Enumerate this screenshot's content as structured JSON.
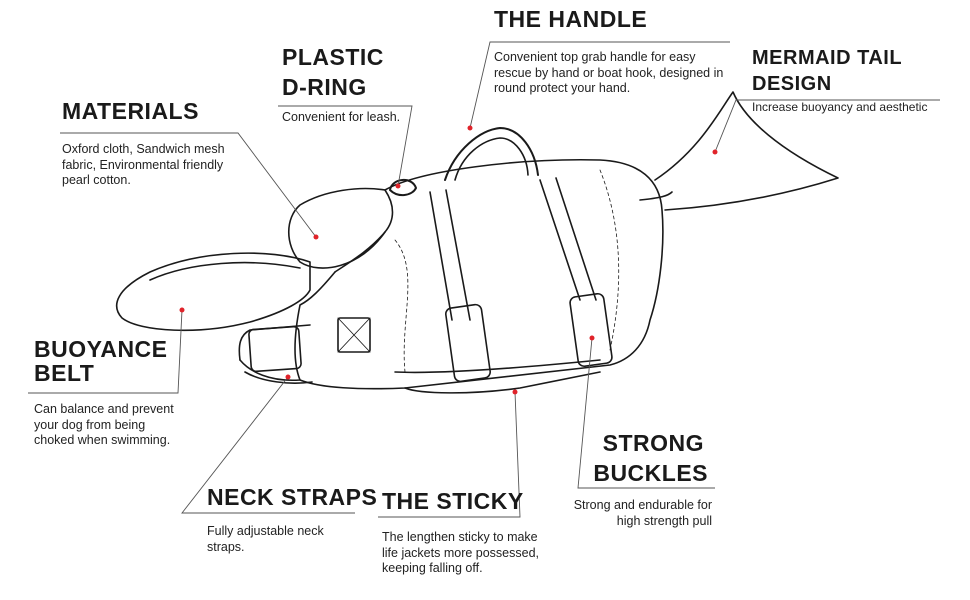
{
  "callouts": {
    "handle": {
      "title": "THE HANDLE",
      "desc": "Convenient top grab handle for easy rescue by hand or boat hook, designed  in round protect your hand."
    },
    "dring": {
      "title_line1": "PLASTIC",
      "title_line2": "D-RING",
      "desc": "Convenient for leash."
    },
    "tail": {
      "title_line1": "MERMAID TAIL",
      "title_line2": "DESIGN",
      "desc": "Increase buoyancy and aesthetic"
    },
    "materials": {
      "title": "MATERIALS",
      "desc": "Oxford cloth, Sandwich mesh fabric, Environmental friendly pearl cotton."
    },
    "buoyance": {
      "title_line1": "BUOYANCE",
      "title_line2": "BELT",
      "desc": "Can balance and prevent your dog from being choked when swimming."
    },
    "neck": {
      "title": "NECK STRAPS",
      "desc": "Fully adjustable neck straps."
    },
    "sticky": {
      "title": "THE STICKY",
      "desc": "The lengthen sticky to make life jackets more possessed, keeping falling off."
    },
    "buckles": {
      "title_line1": "STRONG",
      "title_line2": "BUCKLES",
      "desc": "Strong and endurable for high strength pull"
    }
  },
  "colors": {
    "outline": "#111111",
    "leader": "#555555",
    "marker": "#e0232a",
    "text": "#1a1a1a"
  }
}
